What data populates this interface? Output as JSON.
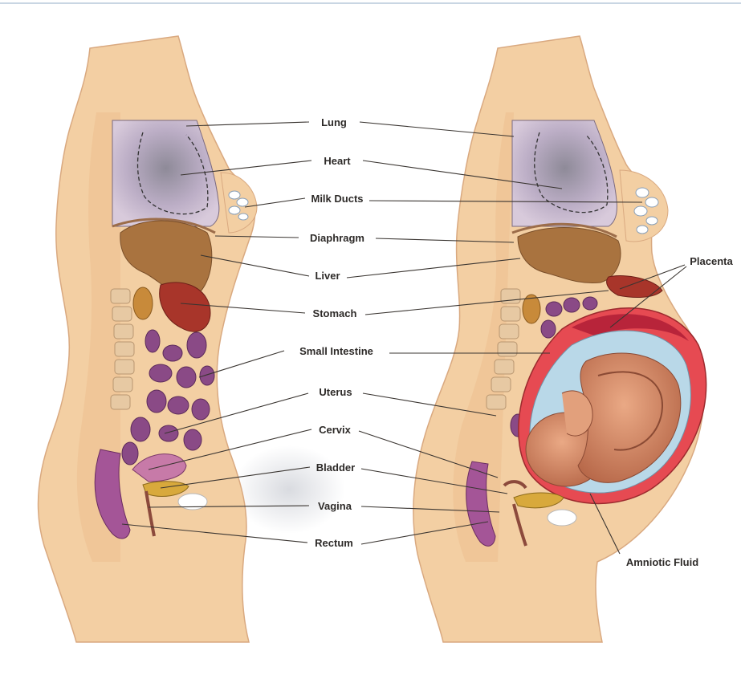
{
  "labels": {
    "lung": "Lung",
    "heart": "Heart",
    "milk_ducts": "Milk Ducts",
    "diaphragm": "Diaphragm",
    "liver": "Liver",
    "stomach": "Stomach",
    "small_intestine": "Small Intestine",
    "uterus": "Uterus",
    "cervix": "Cervix",
    "bladder": "Bladder",
    "vagina": "Vagina",
    "rectum": "Rectum",
    "placenta": "Placenta",
    "amniotic_fluid": "Amniotic Fluid"
  },
  "colors": {
    "skin": "#f3cfa3",
    "skin_shadow": "#e6b487",
    "lung": "#cdbdd3",
    "heart": "#8d8a96",
    "liver": "#a9733f",
    "stomach": "#a8352a",
    "intestine": "#8a4a86",
    "uterus_wall": "#e64a52",
    "amniotic": "#b9d8e8",
    "fetus": "#d9906d",
    "bladder": "#d8a93c"
  }
}
